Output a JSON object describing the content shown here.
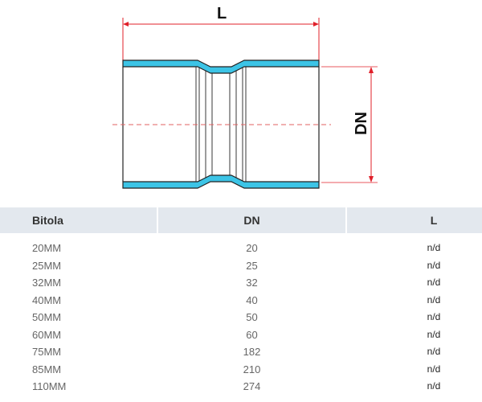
{
  "diagram": {
    "length_label": "L",
    "diameter_label": "DN",
    "pipe_color": "#3cc4e6",
    "dimension_color": "#e0202a"
  },
  "table": {
    "headers": [
      "Bitola",
      "DN",
      "L"
    ],
    "rows": [
      [
        "20MM",
        "20",
        "n/d"
      ],
      [
        "25MM",
        "25",
        "n/d"
      ],
      [
        "32MM",
        "32",
        "n/d"
      ],
      [
        "40MM",
        "40",
        "n/d"
      ],
      [
        "50MM",
        "50",
        "n/d"
      ],
      [
        "60MM",
        "60",
        "n/d"
      ],
      [
        "75MM",
        "182",
        "n/d"
      ],
      [
        "85MM",
        "210",
        "n/d"
      ],
      [
        "110MM",
        "274",
        "n/d"
      ]
    ]
  }
}
